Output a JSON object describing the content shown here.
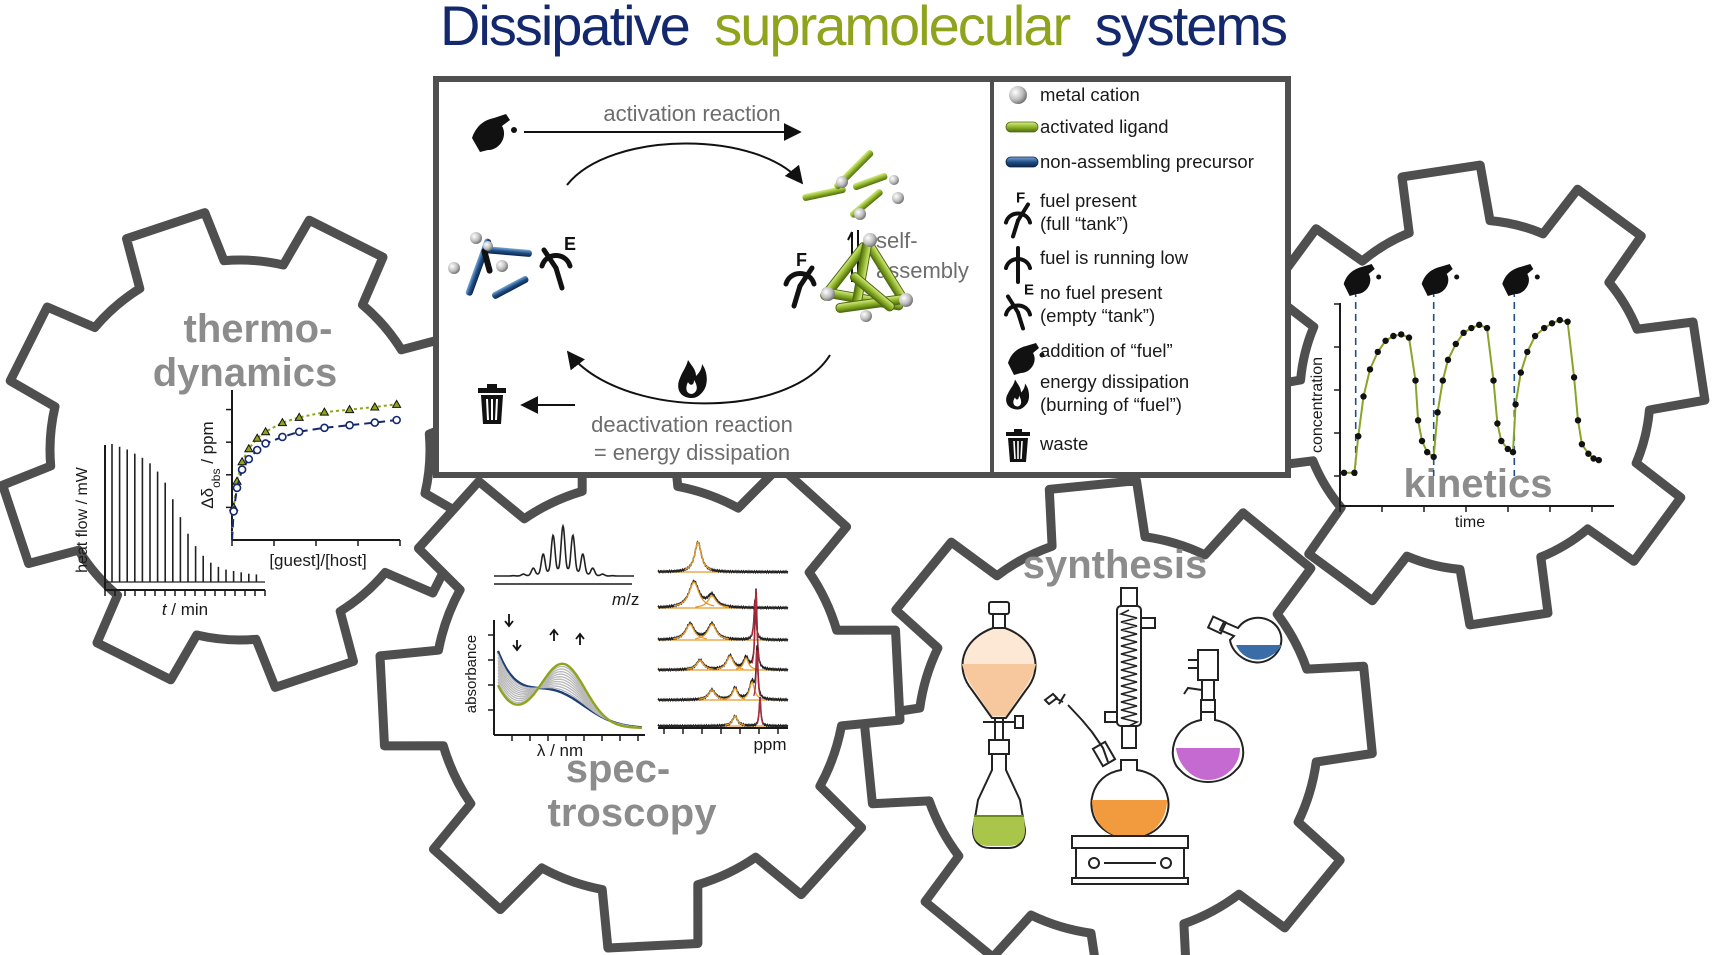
{
  "title": {
    "word1": "Dissipative",
    "word2": "supramolecular",
    "word3": "systems",
    "colors": {
      "blue": "#14286e",
      "green": "#8fa31c"
    }
  },
  "cycle": {
    "activation": "activation reaction",
    "self_assembly_1": "self-",
    "self_assembly_2": "assembly",
    "deactivation_1": "deactivation reaction",
    "deactivation_2": "= energy dissipation",
    "fuel_full_letter": "F",
    "fuel_empty_letter": "E"
  },
  "legend": {
    "items": [
      {
        "text": "metal cation",
        "icon": "metal-cation-icon"
      },
      {
        "text": "activated ligand",
        "icon": "activated-ligand-icon"
      },
      {
        "text": "non-assembling precursor",
        "icon": "precursor-icon"
      },
      {
        "text": "fuel present",
        "text2": "(full “tank”)",
        "icon": "fuel-full-icon"
      },
      {
        "text": "fuel is running low",
        "icon": "fuel-low-icon"
      },
      {
        "text": "no fuel present",
        "text2": "(empty “tank”)",
        "icon": "fuel-empty-icon"
      },
      {
        "text": "addition of “fuel”",
        "icon": "fuel-nozzle-icon"
      },
      {
        "text": "energy dissipation",
        "text2": "(burning of “fuel”)",
        "icon": "flame-icon"
      },
      {
        "text": "waste",
        "icon": "trash-icon"
      }
    ]
  },
  "gears": {
    "thermo": {
      "label1": "thermo-",
      "label2": "dynamics",
      "itc_ylabel": "heat flow / mW",
      "itc_xlabel_italic": "t",
      "itc_xlabel_rest": " / min",
      "nmr_ylabel_main": "Δδ",
      "nmr_ylabel_sub": "obs",
      "nmr_ylabel_rest": " / ppm",
      "nmr_xlabel": "[guest]/[host]"
    },
    "spectro": {
      "label1": "spec-",
      "label2": "troscopy",
      "ms_xlabel_italic": "m",
      "ms_xlabel_rest": "/z",
      "uv_ylabel": "absorbance",
      "uv_xlabel": "λ / nm",
      "nmr_xlabel": "ppm"
    },
    "synthesis": {
      "label": "synthesis"
    },
    "kinetics": {
      "label": "kinetics",
      "ylabel": "concentration",
      "xlabel": "time"
    }
  },
  "colors": {
    "gear_outline": "#4f4f4f",
    "gear_label": "#8c8c8c",
    "ligand_green": "#8fb52a",
    "precursor_blue": "#1f4f86",
    "kinetics_curve": "#8aa329",
    "nmr_red": "#b2283a",
    "nmr_orange": "#e39a2b"
  },
  "chart_data": [
    {
      "type": "bar",
      "name": "itc",
      "ylabel": "heat flow / mW",
      "xlabel": "t / min",
      "values": [
        1.0,
        0.98,
        0.96,
        0.93,
        0.9,
        0.86,
        0.8,
        0.72,
        0.6,
        0.47,
        0.35,
        0.26,
        0.19,
        0.14,
        0.11,
        0.09,
        0.08,
        0.07,
        0.06,
        0.055
      ]
    },
    {
      "type": "line",
      "name": "nmr-titration",
      "ylabel": "Δδobs / ppm",
      "xlabel": "[guest]/[host]",
      "xlim": [
        0,
        10
      ],
      "ylim": [
        0,
        1.15
      ],
      "series": [
        {
          "x": [
            0.1,
            0.3,
            0.6,
            1.0,
            1.5,
            2.0,
            3.0,
            4.0,
            5.5,
            7.0,
            8.5,
            9.8
          ],
          "y": [
            0.25,
            0.45,
            0.6,
            0.7,
            0.78,
            0.83,
            0.9,
            0.94,
            0.98,
            1.0,
            1.02,
            1.04
          ]
        },
        {
          "x": [
            0.1,
            0.3,
            0.6,
            1.0,
            1.5,
            2.0,
            3.0,
            4.0,
            5.5,
            7.0,
            8.5,
            9.8
          ],
          "y": [
            0.22,
            0.4,
            0.54,
            0.62,
            0.69,
            0.74,
            0.79,
            0.83,
            0.86,
            0.88,
            0.9,
            0.92
          ]
        }
      ]
    },
    {
      "type": "line",
      "name": "kinetics",
      "ylabel": "concentration",
      "xlabel": "time",
      "xlim": [
        0,
        10
      ],
      "ylim": [
        0,
        1.1
      ],
      "series": [
        {
          "x": [
            0.0,
            0.4,
            0.55,
            0.75,
            1.0,
            1.3,
            1.6,
            1.9,
            2.2,
            2.5,
            2.75,
            2.85,
            3.0,
            3.2,
            3.45,
            3.6,
            3.8,
            4.0,
            4.3,
            4.6,
            4.9,
            5.2,
            5.5,
            5.75,
            5.9,
            6.05,
            6.3,
            6.5,
            6.6,
            6.8,
            7.05,
            7.35,
            7.7,
            8.0,
            8.3,
            8.6,
            8.85,
            9.0,
            9.15,
            9.4,
            9.6,
            9.8
          ],
          "y": [
            0.02,
            0.02,
            0.25,
            0.5,
            0.67,
            0.78,
            0.85,
            0.88,
            0.89,
            0.87,
            0.6,
            0.35,
            0.22,
            0.15,
            0.12,
            0.4,
            0.6,
            0.73,
            0.83,
            0.9,
            0.93,
            0.95,
            0.93,
            0.6,
            0.33,
            0.22,
            0.17,
            0.15,
            0.45,
            0.65,
            0.78,
            0.88,
            0.93,
            0.96,
            0.98,
            0.97,
            0.62,
            0.35,
            0.2,
            0.14,
            0.11,
            0.1
          ]
        }
      ]
    },
    {
      "type": "line",
      "name": "uv-vis",
      "ylabel": "absorbance",
      "xlabel": "λ / nm"
    }
  ]
}
